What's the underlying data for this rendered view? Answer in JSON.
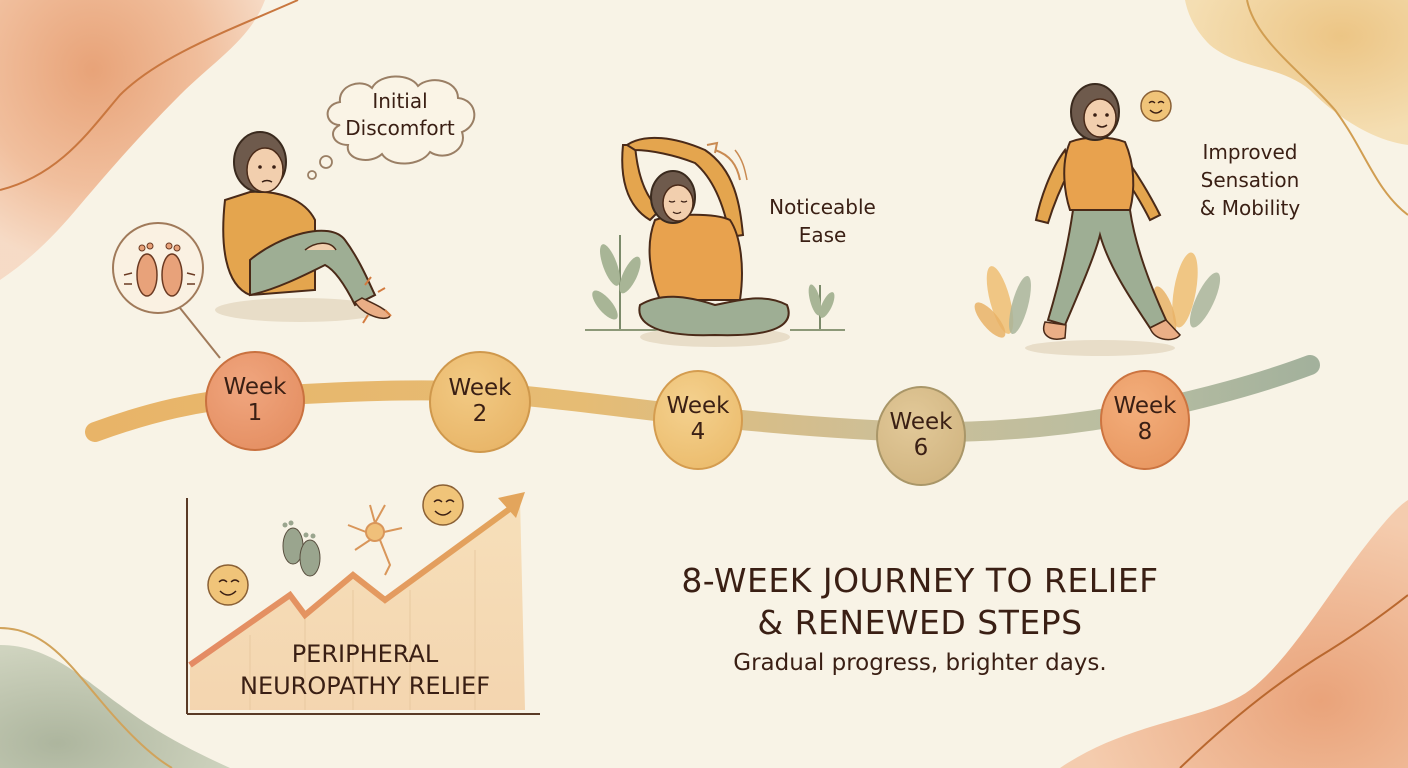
{
  "title": {
    "line1": "8-WEEK JOURNEY TO RELIEF",
    "line2": "& RENEWED STEPS",
    "subtitle": "Gradual progress, brighter days."
  },
  "timeline": {
    "milestones": [
      {
        "label": "Week",
        "number": "1",
        "color": "#e8946a"
      },
      {
        "label": "Week",
        "number": "2",
        "color": "#ebbd6e"
      },
      {
        "label": "Week",
        "number": "4",
        "color": "#efc57a"
      },
      {
        "label": "Week",
        "number": "6",
        "color": "#d8bb86"
      },
      {
        "label": "Week",
        "number": "8",
        "color": "#ee9f68"
      }
    ]
  },
  "stages": [
    {
      "caption_line1": "Initial",
      "caption_line2": "Discomfort",
      "illustration": "seated-woman-holding-knees"
    },
    {
      "caption_line1": "Noticeable",
      "caption_line2": "Ease",
      "illustration": "woman-stretching-cross-legged"
    },
    {
      "caption_line1": "Improved",
      "caption_line2": "Sensation",
      "caption_line3": "& Mobility",
      "illustration": "woman-walking"
    }
  ],
  "chart_panel": {
    "line1": "PERIPHERAL",
    "line2": "NEUROPATHY RELIEF"
  },
  "colors": {
    "background": "#f8f3e6",
    "text": "#3a1f14",
    "terracotta": "#e8946a",
    "ochre": "#e7b567",
    "sage": "#a9b59e"
  }
}
